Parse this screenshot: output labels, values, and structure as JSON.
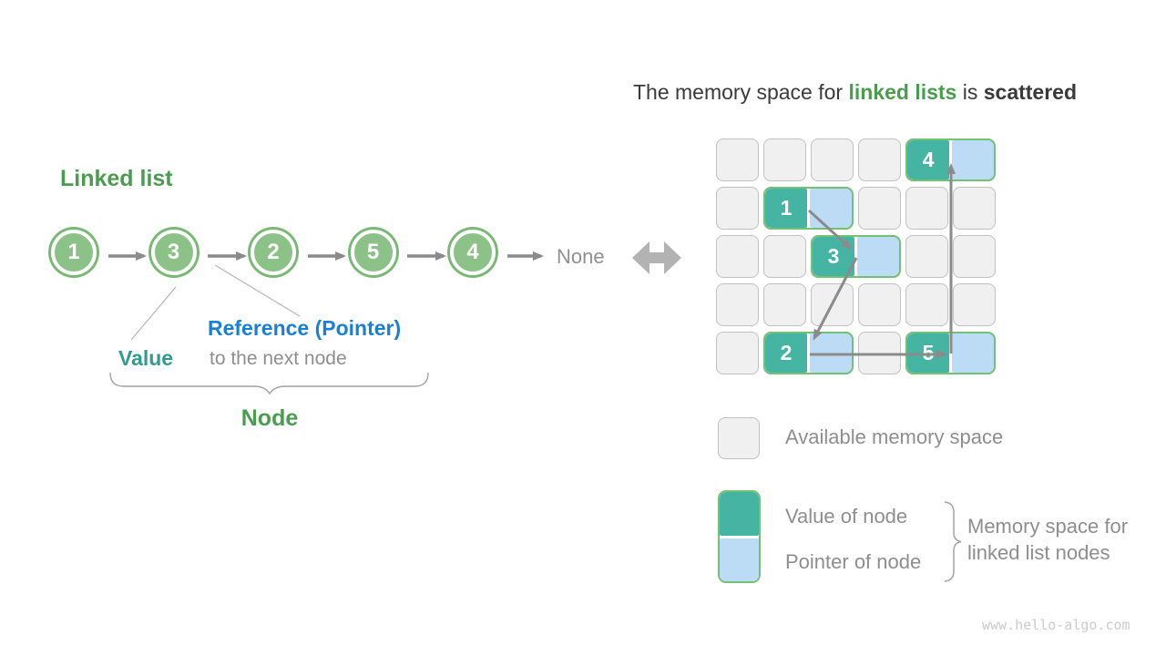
{
  "left": {
    "title": "Linked list",
    "nodes": [
      "1",
      "3",
      "2",
      "5",
      "4"
    ],
    "none_label": "None",
    "value_label": "Value",
    "reference_label": "Reference (Pointer)",
    "reference_sub": "to the next node",
    "node_label": "Node"
  },
  "right": {
    "title": {
      "prefix": "The memory space for ",
      "highlight": "linked lists",
      "middle": " is ",
      "emphasis": "scattered"
    },
    "grid": {
      "rows": 5,
      "cols": 6,
      "pairs": [
        {
          "value": "4",
          "row": 0,
          "col": 4
        },
        {
          "value": "1",
          "row": 1,
          "col": 1
        },
        {
          "value": "3",
          "row": 2,
          "col": 2
        },
        {
          "value": "2",
          "row": 4,
          "col": 1
        },
        {
          "value": "5",
          "row": 4,
          "col": 4
        }
      ],
      "traversal_order": [
        "1",
        "3",
        "2",
        "5",
        "4"
      ]
    },
    "legend": {
      "available": "Available memory space",
      "value_of_node": "Value of node",
      "pointer_of_node": "Pointer of node",
      "memory_space_line1": "Memory space for",
      "memory_space_line2": "linked list nodes"
    }
  },
  "watermark": "www.hello-algo.com",
  "colors": {
    "green_text": "#4a9d4f",
    "node_fill": "#8cc187",
    "node_ring": "#7ab975",
    "teal_cell": "#46b4a2",
    "teal_text": "#2f9c8d",
    "pointer_cell": "#bcdcf6",
    "blue_text": "#1b7fd6",
    "pair_border": "#72c175",
    "gray_cell": "#f0f0f0",
    "gray_cell_border": "#c0c0c0",
    "gray_text": "#8e8e8e",
    "dark_text": "#3a3a3a",
    "arrow": "#8b8b8b",
    "double_arrow": "#b3b3b3"
  }
}
